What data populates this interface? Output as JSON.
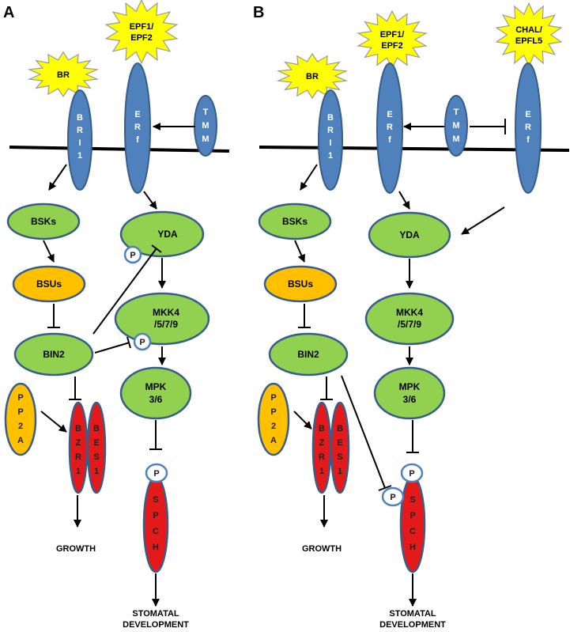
{
  "panels": {
    "A": {
      "label": "A",
      "ligands": {
        "br": "BR",
        "epf_1": "EPF1/",
        "epf_2": "EPF2"
      },
      "receptors": {
        "bri1": [
          "B",
          "R",
          "I",
          "1"
        ],
        "erf": [
          "E",
          "R",
          "f"
        ],
        "tmm": [
          "T",
          "M",
          "M"
        ]
      },
      "nodes": {
        "bsks": "BSKs",
        "bsus": "BSUs",
        "bin2": "BIN2",
        "yda": "YDA",
        "mkk_1": "MKK4",
        "mkk_2": "/5/7/9",
        "mpk_1": "MPK",
        "mpk_2": "3/6"
      },
      "pp2a": [
        "P",
        "P",
        "2",
        "A"
      ],
      "bzr1": [
        "B",
        "Z",
        "R",
        "1"
      ],
      "bes1": [
        "B",
        "E",
        "S",
        "1"
      ],
      "spch": [
        "S",
        "P",
        "C",
        "H"
      ],
      "phospho": "P",
      "outputs": {
        "growth": "GROWTH",
        "stomatal_1": "STOMATAL",
        "stomatal_2": "DEVELOPMENT"
      }
    },
    "B": {
      "label": "B",
      "ligands": {
        "br": "BR",
        "epf_1": "EPF1/",
        "epf_2": "EPF2",
        "chal_1": "CHAL/",
        "chal_2": "EPFL5"
      },
      "receptors": {
        "bri1": [
          "B",
          "R",
          "I",
          "1"
        ],
        "erf": [
          "E",
          "R",
          "f"
        ],
        "tmm": [
          "T",
          "M",
          "M"
        ],
        "erf2": [
          "E",
          "R",
          "f"
        ]
      },
      "nodes": {
        "bsks": "BSKs",
        "bsus": "BSUs",
        "bin2": "BIN2",
        "yda": "YDA",
        "mkk_1": "MKK4",
        "mkk_2": "/5/7/9",
        "mpk_1": "MPK",
        "mpk_2": "3/6"
      },
      "pp2a": [
        "P",
        "P",
        "2",
        "A"
      ],
      "bzr1": [
        "B",
        "Z",
        "R",
        "1"
      ],
      "bes1": [
        "B",
        "E",
        "S",
        "1"
      ],
      "spch": [
        "S",
        "P",
        "C",
        "H"
      ],
      "phospho": "P",
      "outputs": {
        "growth": "GROWTH",
        "stomatal_1": "STOMATAL",
        "stomatal_2": "DEVELOPMENT"
      }
    }
  },
  "colors": {
    "blue": "#4f81bd",
    "blue_stroke": "#385d8a",
    "green": "#92d050",
    "orange": "#ffc000",
    "red": "#e41a1a",
    "star": "#ffff00",
    "star_stroke": "#9a9a9a",
    "phospho_stroke": "#4f81bd"
  }
}
